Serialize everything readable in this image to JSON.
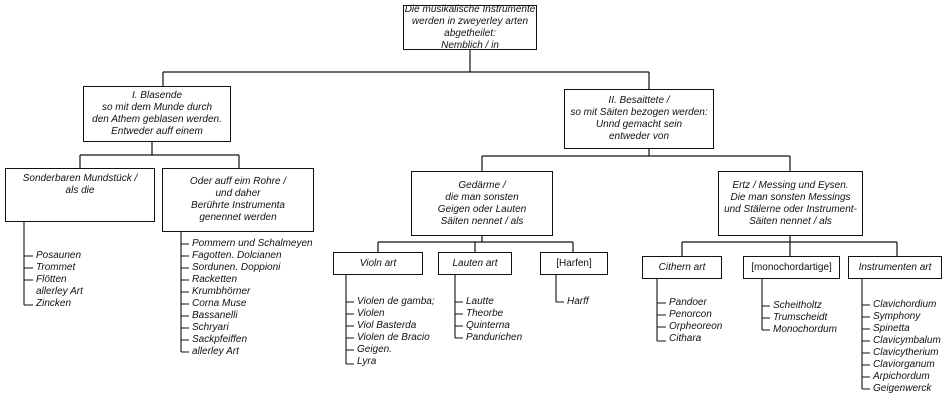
{
  "root": {
    "lines": [
      "Die musikalische Instrumente",
      "werden in zweyerley arten",
      "abgetheilet:",
      "Nemblich / in"
    ]
  },
  "blasende": {
    "lines": [
      "I. Blasende",
      "so mit dem Munde durch",
      "den Athem geblasen werden.",
      "Entweder auff einem"
    ]
  },
  "besaittete": {
    "lines": [
      "II. Besaittete /",
      "so mit Säiten bezogen werden:",
      "Unnd gemacht sein",
      "entweder von"
    ]
  },
  "mundstueck": {
    "lines": [
      "Sonderbaren Mundstück /",
      "als die"
    ]
  },
  "rohre": {
    "lines": [
      "Oder auff eim Rohre /",
      "und daher",
      "Berührte Instrumenta",
      "genennet werden"
    ]
  },
  "gedaerme": {
    "lines": [
      "Gedärme /",
      "die man sonsten",
      "Geigen oder Lauten",
      "Säiten nennet / als"
    ]
  },
  "ertz": {
    "lines": [
      "Ertz / Messing und Eysen.",
      "Die man sonsten Messings",
      "und Stälerne oder Instrument-",
      "Säiten nennet / als"
    ]
  },
  "violn_art": {
    "label": "Violn art"
  },
  "lauten_art": {
    "label": "Lauten art"
  },
  "harfen": {
    "label": "[Harfen]"
  },
  "cithern_art": {
    "label": "Cithern art"
  },
  "monochord": {
    "label": "[monochordartige]"
  },
  "instrumenten_art": {
    "label": "Instrumenten art"
  },
  "list_mundstueck": [
    "Posaunen",
    "Trommet",
    "Flötten",
    "allerley Art",
    "Zincken"
  ],
  "list_rohre": [
    "Pommern und Schalmeyen",
    "Fagotten. Dolcianen",
    "Sordunen. Doppioni",
    "Racketten",
    "Krumbhörner",
    "Corna Muse",
    "Bassanelli",
    "Schryari",
    "Sackpfeiffen",
    "allerley Art"
  ],
  "list_violn": [
    "Violen de gamba;",
    "Violen",
    "Viol Basterda",
    "Violen de Bracio",
    "Geigen.",
    "Lyra"
  ],
  "list_lauten": [
    "Lautte",
    "Theorbe",
    "Quinterna",
    "Pandurichen"
  ],
  "list_harfen": [
    "Harff"
  ],
  "list_cithern": [
    "Pandoer",
    "Penorcon",
    "Orpheoreon",
    "Cithara"
  ],
  "list_monochord": [
    "Scheitholtz",
    "Trumscheidt",
    "Monochordum"
  ],
  "list_instrumenten": [
    "Clavichordium",
    "Symphony",
    "Spinetta",
    "Clavicymbalum",
    "Clavicytherium",
    "Claviorganum",
    "Arpichordum",
    "Geigenwerck"
  ]
}
